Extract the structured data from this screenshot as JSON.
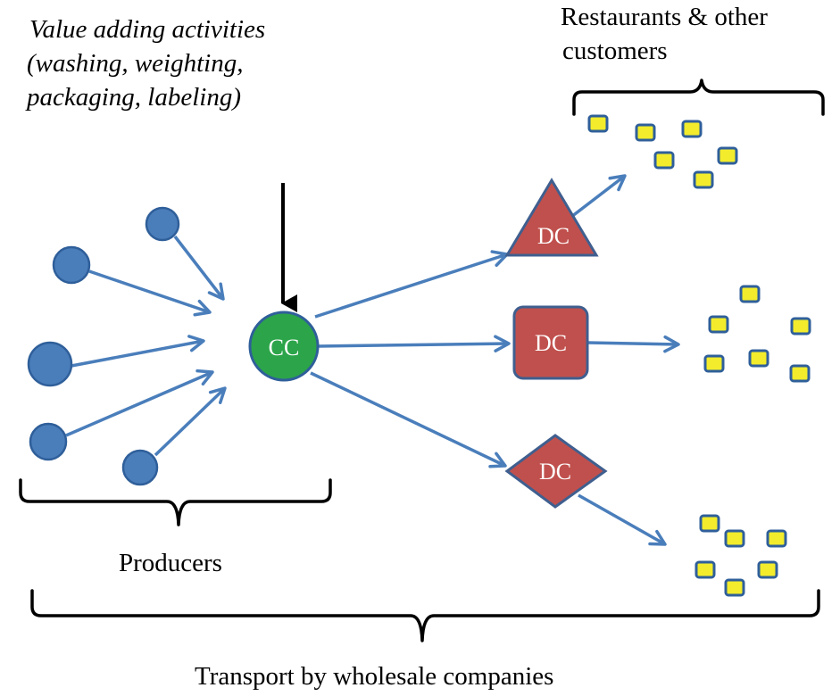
{
  "labels": {
    "value_adding_line1": "Value adding activities",
    "value_adding_line2": "(washing, weighting,",
    "value_adding_line3": "packaging, labeling)",
    "customers_line1": "Restaurants & other",
    "customers_line2": "customers",
    "producers": "Producers",
    "transport": "Transport by wholesale companies"
  },
  "nodes": {
    "cc": "CC",
    "dc_triangle": "DC",
    "dc_square": "DC",
    "dc_diamond": "DC"
  },
  "colors": {
    "producer": "#4a7ebb",
    "flow_arrow": "#4a7ebb",
    "collection_center": "#2ca44a",
    "distribution_center": "#c0504d",
    "customer": "#f2ec2c"
  }
}
